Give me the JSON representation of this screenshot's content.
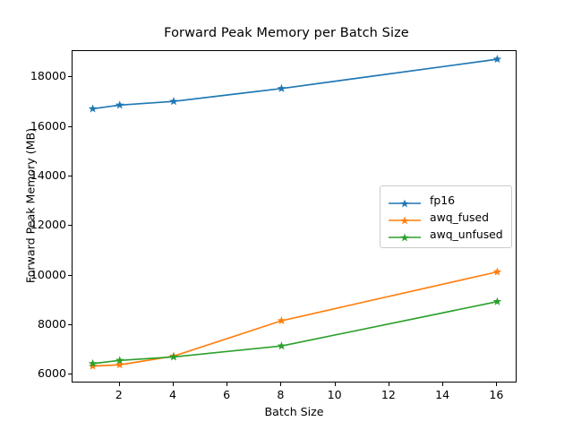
{
  "chart_data": {
    "type": "line",
    "title": "Forward Peak Memory per Batch Size",
    "xlabel": "Batch Size",
    "ylabel": "Forward Peak Memory (MB)",
    "x": [
      1,
      2,
      4,
      8,
      16
    ],
    "xlim": [
      0.25,
      16.75
    ],
    "ylim": [
      5650,
      19060
    ],
    "xticks": [
      2,
      4,
      6,
      8,
      10,
      12,
      14,
      16
    ],
    "xtick_labels": [
      "2",
      "4",
      "6",
      "8",
      "10",
      "12",
      "14",
      "16"
    ],
    "yticks": [
      6000,
      8000,
      10000,
      12000,
      14000,
      16000,
      18000
    ],
    "ytick_labels": [
      "6000",
      "8000",
      "10000",
      "12000",
      "14000",
      "16000",
      "18000"
    ],
    "grid": false,
    "legend_position": "center right",
    "marker": "star",
    "series": [
      {
        "name": "fp16",
        "color": "#1f77b4",
        "values": [
          16730,
          16880,
          17030,
          17550,
          18730
        ]
      },
      {
        "name": "awq_fused",
        "color": "#ff7f0e",
        "values": [
          6350,
          6400,
          6750,
          8180,
          10150
        ]
      },
      {
        "name": "awq_unfused",
        "color": "#2ca02c",
        "values": [
          6450,
          6580,
          6720,
          7160,
          8950
        ]
      }
    ]
  },
  "figure": {
    "background": "#ffffff",
    "axes_color": "#000000"
  }
}
